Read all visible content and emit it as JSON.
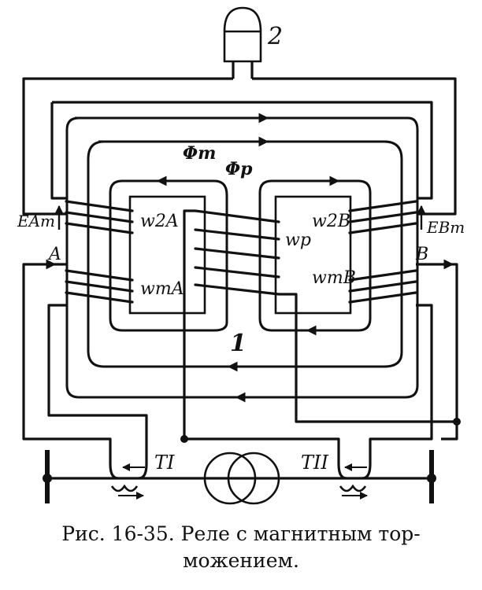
{
  "labels": {
    "relay_number": "2",
    "core_number": "1",
    "flux_brake": "Φт",
    "flux_working": "Φр",
    "winding_2a": "w2A",
    "winding_ta": "wтA",
    "winding_p": "wр",
    "winding_2b": "w2B",
    "winding_tb": "wтB",
    "emf_a": "EAт",
    "emf_b": "EBт",
    "point_a": "A",
    "point_b": "B",
    "ct_1": "TI",
    "ct_2": "TII"
  },
  "caption": {
    "line1": "Рис. 16-35. Реле с магнитным тор-",
    "line2": "можением."
  }
}
